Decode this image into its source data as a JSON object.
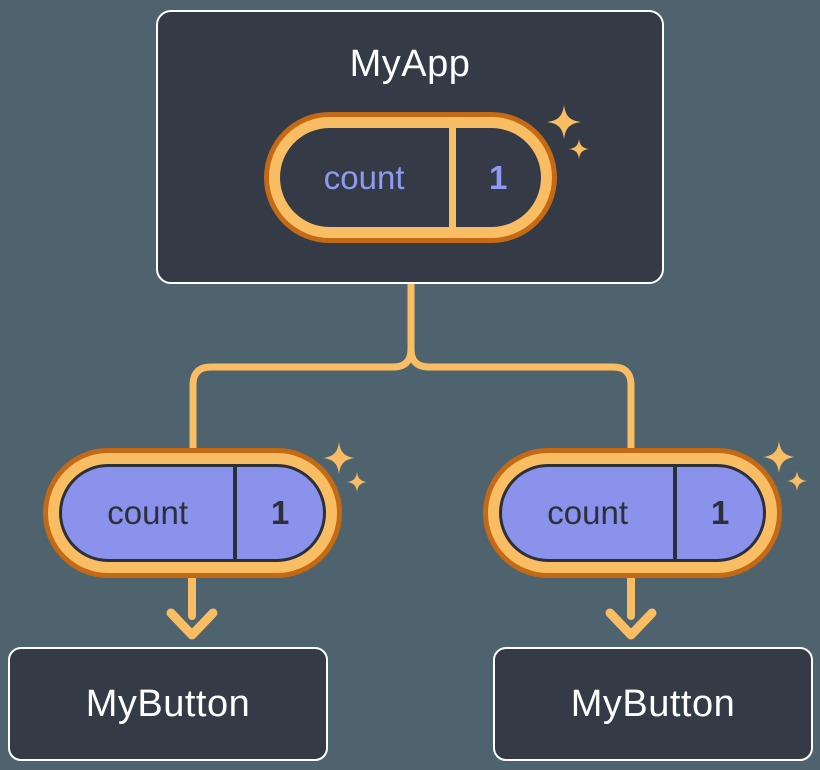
{
  "colors": {
    "bg": "#4E636E",
    "boxFill": "#343B47",
    "boxBorder": "#FFFFFF",
    "orange": "#F9BD64",
    "orangeDark": "#C46A15",
    "purpleFill": "#8A92EC",
    "lavender": "#8F9AF2",
    "darkInk": "#2B303B",
    "white": "#FFFFFF"
  },
  "icons": {
    "sparkle": "✦"
  },
  "tree": {
    "root": {
      "label": "MyApp",
      "pill": {
        "key": "count",
        "value": "1"
      }
    },
    "children": [
      {
        "label": "MyButton",
        "pill": {
          "key": "count",
          "value": "1"
        }
      },
      {
        "label": "MyButton",
        "pill": {
          "key": "count",
          "value": "1"
        }
      }
    ]
  }
}
